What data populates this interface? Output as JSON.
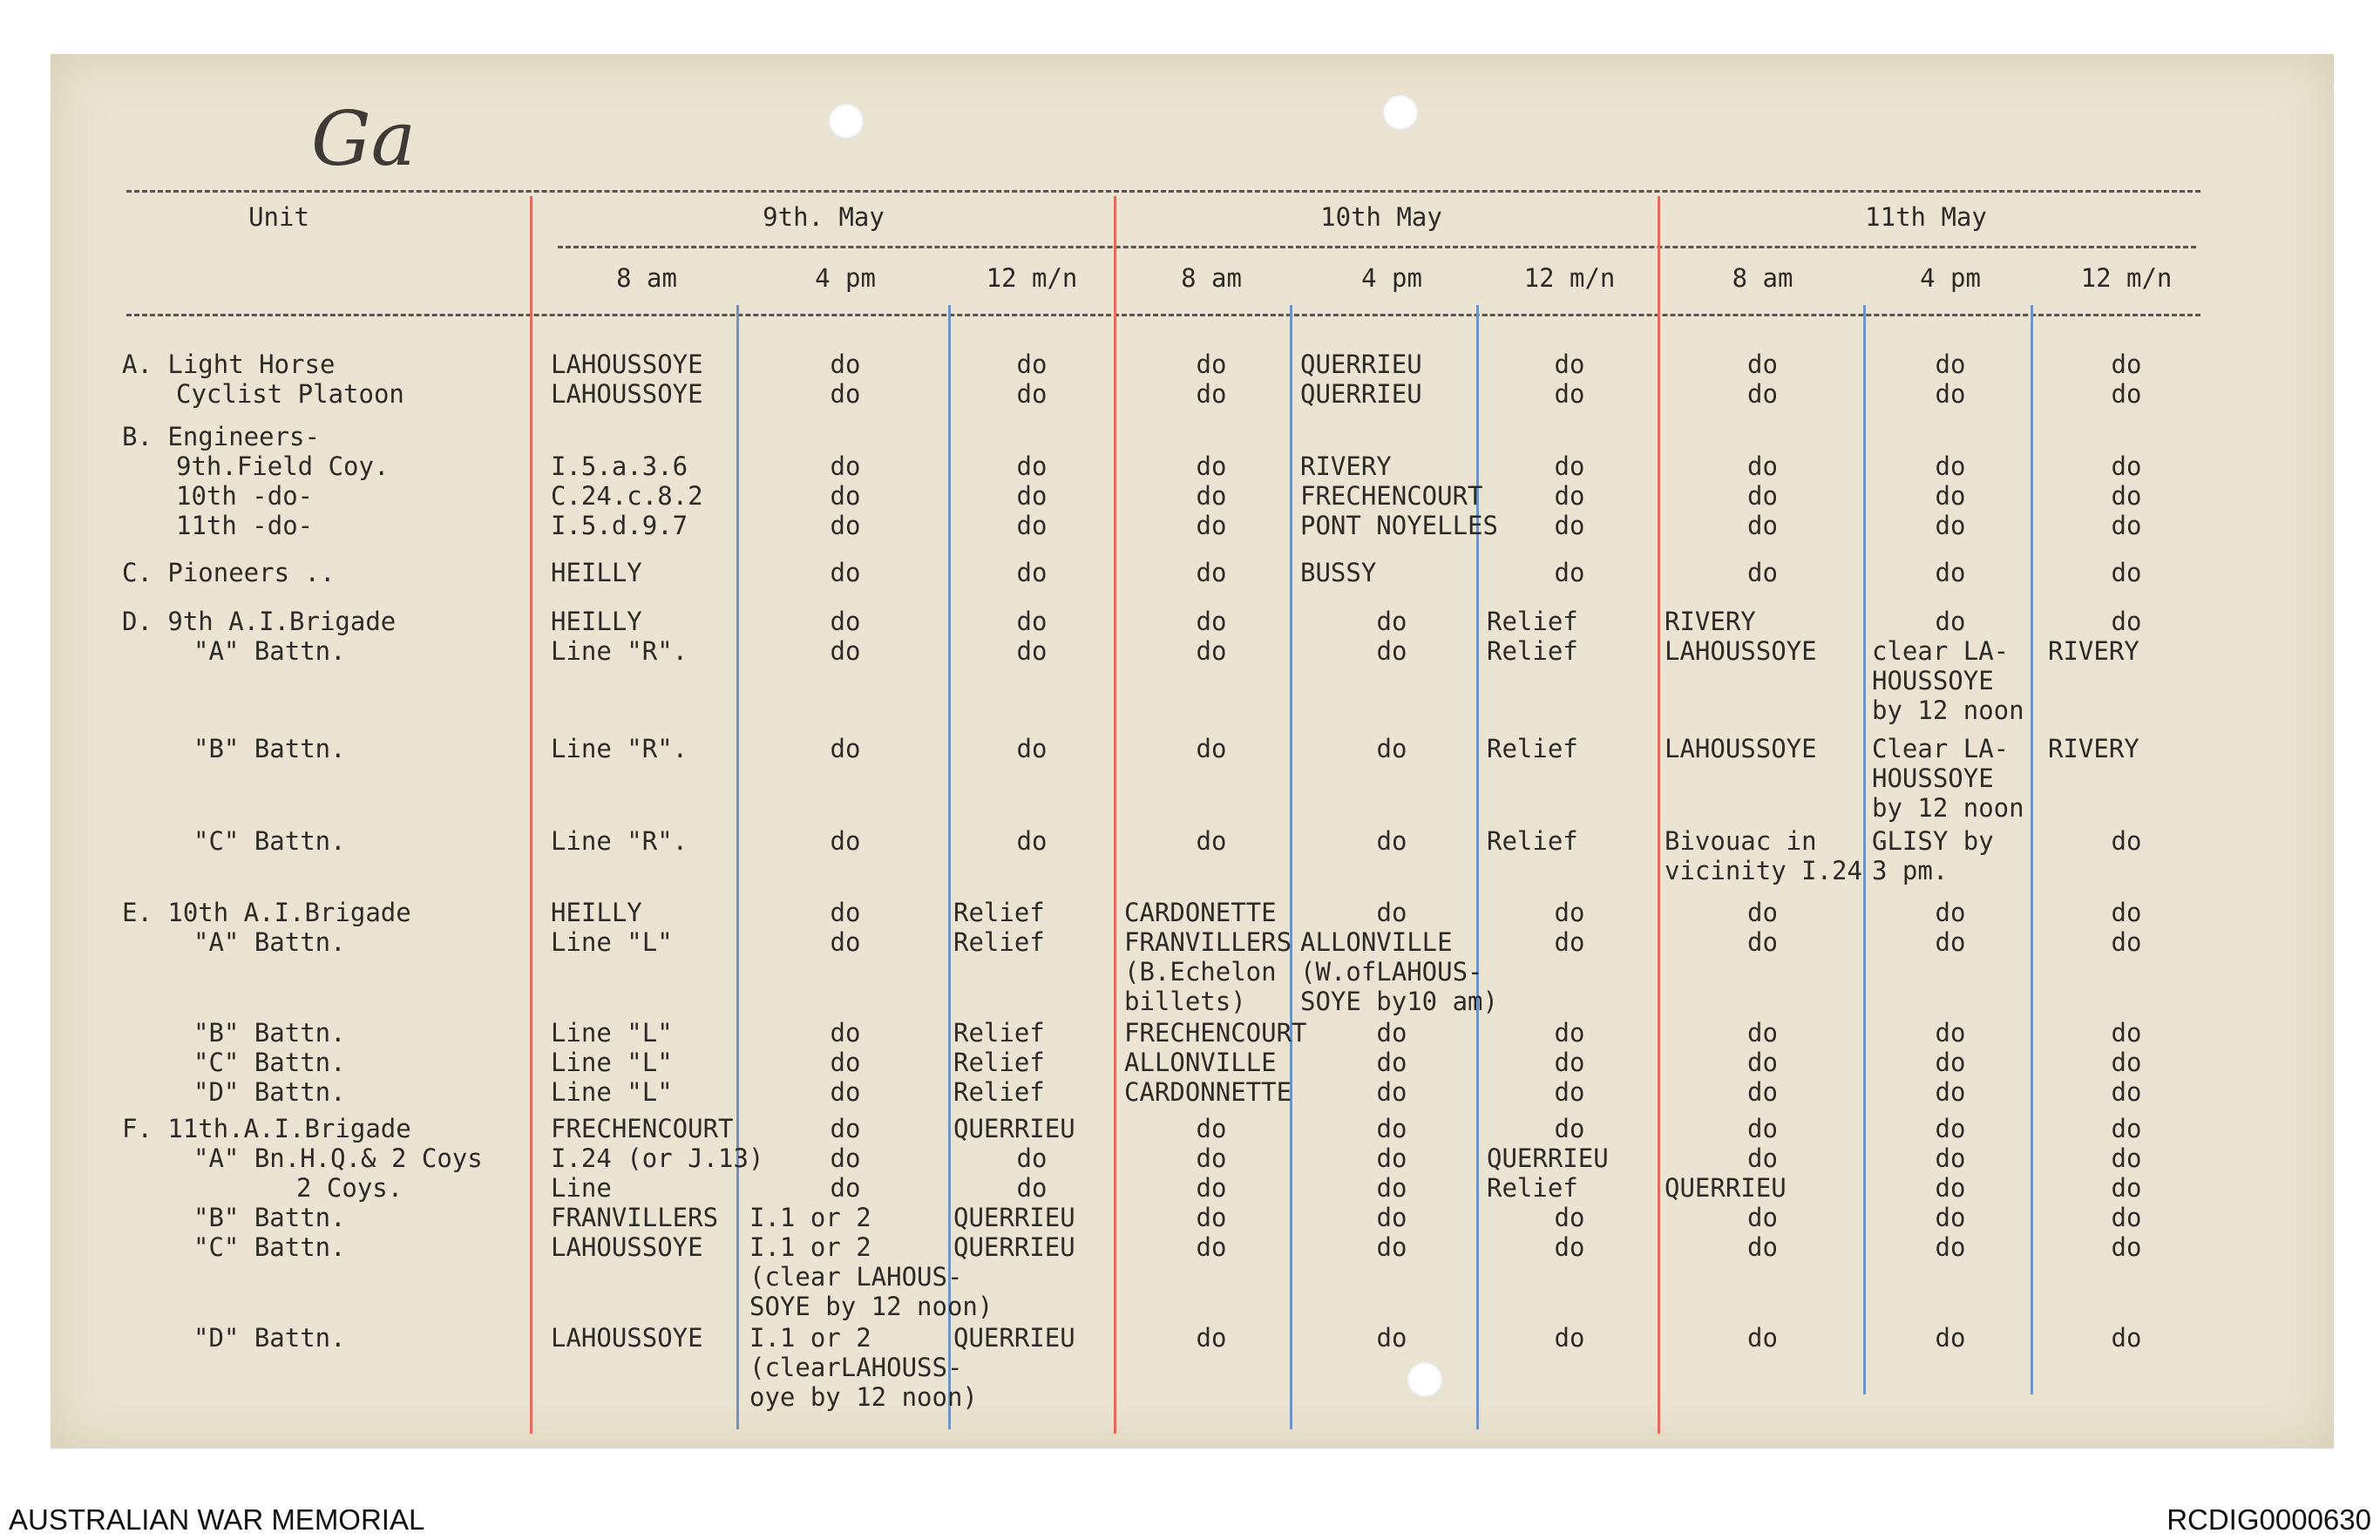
{
  "document": {
    "handwritten_mark": "Ga",
    "header": {
      "unit": "Unit",
      "days": [
        "9th. May",
        "10th May",
        "11th May"
      ],
      "times": [
        "8 am",
        "4 pm",
        "12 m/n",
        "8 am",
        "4 pm",
        "12 m/n",
        "8 am",
        "4 pm",
        "12 m/n"
      ]
    },
    "rows": [
      {
        "unit": "A. Light Horse",
        "cells": [
          "LAHOUSSOYE",
          "do",
          "do",
          "do",
          "QUERRIEU",
          "do",
          "do",
          "do",
          "do"
        ]
      },
      {
        "unit": "Cyclist Platoon",
        "cells": [
          "LAHOUSSOYE",
          "do",
          "do",
          "do",
          "QUERRIEU",
          "do",
          "do",
          "do",
          "do"
        ]
      },
      {
        "unit": "B. Engineers-",
        "cells": [
          "",
          "",
          "",
          "",
          "",
          "",
          "",
          "",
          ""
        ]
      },
      {
        "unit": "9th.Field Coy.",
        "cells": [
          "I.5.a.3.6",
          "do",
          "do",
          "do",
          "RIVERY",
          "do",
          "do",
          "do",
          "do"
        ]
      },
      {
        "unit": "10th   -do-",
        "cells": [
          "C.24.c.8.2",
          "do",
          "do",
          "do",
          "FRECHENCOURT",
          "do",
          "do",
          "do",
          "do"
        ]
      },
      {
        "unit": "11th   -do-",
        "cells": [
          "I.5.d.9.7",
          "do",
          "do",
          "do",
          "PONT NOYELLES",
          "do",
          "do",
          "do",
          "do"
        ]
      },
      {
        "unit": "C. Pioneers  ..",
        "cells": [
          "HEILLY",
          "do",
          "do",
          "do",
          "BUSSY",
          "do",
          "do",
          "do",
          "do"
        ]
      },
      {
        "unit": "D. 9th A.I.Brigade",
        "cells": [
          "HEILLY",
          "do",
          "do",
          "do",
          "do",
          "Relief",
          "RIVERY",
          "do",
          "do"
        ]
      },
      {
        "unit": "\"A\" Battn.",
        "cells": [
          "Line \"R\".",
          "do",
          "do",
          "do",
          "do",
          "Relief",
          "LAHOUSSOYE",
          "clear LA-",
          "RIVERY"
        ]
      },
      {
        "unit": "",
        "cells": [
          "",
          "",
          "",
          "",
          "",
          "",
          "",
          "HOUSSOYE",
          ""
        ]
      },
      {
        "unit": "",
        "cells": [
          "",
          "",
          "",
          "",
          "",
          "",
          "",
          "by 12 noon",
          ""
        ]
      },
      {
        "unit": "\"B\" Battn.",
        "cells": [
          "Line \"R\".",
          "do",
          "do",
          "do",
          "do",
          "Relief",
          "LAHOUSSOYE",
          "Clear LA-",
          "RIVERY"
        ]
      },
      {
        "unit": "",
        "cells": [
          "",
          "",
          "",
          "",
          "",
          "",
          "",
          "HOUSSOYE",
          ""
        ]
      },
      {
        "unit": "",
        "cells": [
          "",
          "",
          "",
          "",
          "",
          "",
          "",
          "by 12 noon",
          ""
        ]
      },
      {
        "unit": "\"C\" Battn.",
        "cells": [
          "Line \"R\".",
          "do",
          "do",
          "do",
          "do",
          "Relief",
          "Bivouac in",
          "GLISY by",
          "do"
        ]
      },
      {
        "unit": "",
        "cells": [
          "",
          "",
          "",
          "",
          "",
          "",
          "vicinity I.24",
          "3 pm.",
          ""
        ]
      },
      {
        "unit": "E. 10th A.I.Brigade",
        "cells": [
          "HEILLY",
          "do",
          "Relief",
          "CARDONETTE",
          "do",
          "do",
          "do",
          "do",
          "do"
        ]
      },
      {
        "unit": "\"A\" Battn.",
        "cells": [
          "Line \"L\"",
          "do",
          "Relief",
          "FRANVILLERS",
          "ALLONVILLE",
          "do",
          "do",
          "do",
          "do"
        ]
      },
      {
        "unit": "",
        "cells": [
          "",
          "",
          "",
          "(B.Echelon",
          "(W.ofLAHOUS-",
          "",
          "",
          "",
          ""
        ]
      },
      {
        "unit": "",
        "cells": [
          "",
          "",
          "",
          "billets)",
          "SOYE by10 am)",
          "",
          "",
          "",
          ""
        ]
      },
      {
        "unit": "\"B\" Battn.",
        "cells": [
          "Line \"L\"",
          "do",
          "Relief",
          "FRECHENCOURT",
          "do",
          "do",
          "do",
          "do",
          "do"
        ]
      },
      {
        "unit": "\"C\" Battn.",
        "cells": [
          "Line \"L\"",
          "do",
          "Relief",
          "ALLONVILLE",
          "do",
          "do",
          "do",
          "do",
          "do"
        ]
      },
      {
        "unit": "\"D\" Battn.",
        "cells": [
          "Line \"L\"",
          "do",
          "Relief",
          "CARDONNETTE",
          "do",
          "do",
          "do",
          "do",
          "do"
        ]
      },
      {
        "unit": "F. 11th.A.I.Brigade",
        "cells": [
          "FRECHENCOURT",
          "do",
          "QUERRIEU",
          "do",
          "do",
          "do",
          "do",
          "do",
          "do"
        ]
      },
      {
        "unit": "\"A\" Bn.H.Q.& 2 Coys",
        "cells": [
          "I.24 (or J.13)",
          "do",
          "do",
          "do",
          "do",
          "QUERRIEU",
          "do",
          "do",
          "do"
        ]
      },
      {
        "unit": "2 Coys.",
        "cells": [
          "Line",
          "do",
          "do",
          "do",
          "do",
          "Relief",
          "QUERRIEU",
          "do",
          "do"
        ]
      },
      {
        "unit": "\"B\" Battn.",
        "cells": [
          "FRANVILLERS",
          "I.1 or 2",
          "QUERRIEU",
          "do",
          "do",
          "do",
          "do",
          "do",
          "do"
        ]
      },
      {
        "unit": "\"C\" Battn.",
        "cells": [
          "LAHOUSSOYE",
          "I.1 or 2",
          "QUERRIEU",
          "do",
          "do",
          "do",
          "do",
          "do",
          "do"
        ]
      },
      {
        "unit": "",
        "cells": [
          "",
          "(clear LAHOUS-",
          "",
          "",
          "",
          "",
          "",
          "",
          ""
        ]
      },
      {
        "unit": "",
        "cells": [
          "",
          "SOYE by 12 noon)",
          "",
          "",
          "",
          "",
          "",
          "",
          ""
        ]
      },
      {
        "unit": "\"D\" Battn.",
        "cells": [
          "LAHOUSSOYE",
          "I.1 or 2",
          "QUERRIEU",
          "do",
          "do",
          "do",
          "do",
          "do",
          "do"
        ]
      },
      {
        "unit": "",
        "cells": [
          "",
          "(clearLAHOUSS-",
          "",
          "",
          "",
          "",
          "",
          "",
          ""
        ]
      },
      {
        "unit": "",
        "cells": [
          "",
          "oye by 12 noon)",
          "",
          "",
          "",
          "",
          "",
          "",
          ""
        ]
      }
    ]
  },
  "footer": {
    "left": "AUSTRALIAN WAR MEMORIAL",
    "right": "RCDIG0000630"
  }
}
